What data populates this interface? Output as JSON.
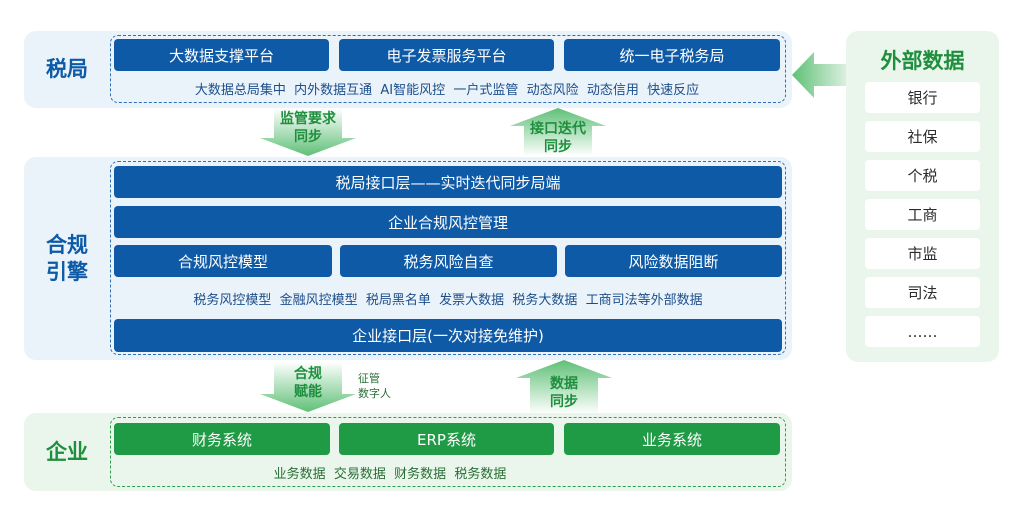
{
  "tax_bureau": {
    "label": "税局",
    "platforms": [
      "大数据支撑平台",
      "电子发票服务平台",
      "统一电子税务局"
    ],
    "features": "大数据总局集中  内外数据互通  AI智能风控  一户式监管  动态风险  动态信用  快速反应"
  },
  "arrows_top": {
    "down_label_1": "监管要求",
    "down_label_2": "同步",
    "up_label_1": "接口迭代",
    "up_label_2": "同步"
  },
  "engine": {
    "label_1": "合规",
    "label_2": "引擎",
    "interface_top": "税局接口层——实时迭代同步局端",
    "management": "企业合规风控管理",
    "modules": [
      "合规风控模型",
      "税务风险自查",
      "风险数据阻断"
    ],
    "data_sources": "税务风控模型  金融风控模型  税局黑名单  发票大数据  税务大数据  工商司法等外部数据",
    "interface_bottom": "企业接口层(一次对接免维护)"
  },
  "arrows_bottom": {
    "down_label_1": "合规",
    "down_label_2": "赋能",
    "note_1": "征管",
    "note_2": "数字人",
    "up_label_1": "数据",
    "up_label_2": "同步"
  },
  "enterprise": {
    "label": "企业",
    "systems": [
      "财务系统",
      "ERP系统",
      "业务系统"
    ],
    "data": "业务数据  交易数据  财务数据  税务数据"
  },
  "external": {
    "title": "外部数据",
    "items": [
      "银行",
      "社保",
      "个税",
      "工商",
      "市监",
      "司法",
      "……"
    ]
  },
  "colors": {
    "blue": "#0e5aa6",
    "green": "#1f9a45",
    "panel_blue": "#eaf2fa",
    "panel_green": "#eaf6ec"
  }
}
